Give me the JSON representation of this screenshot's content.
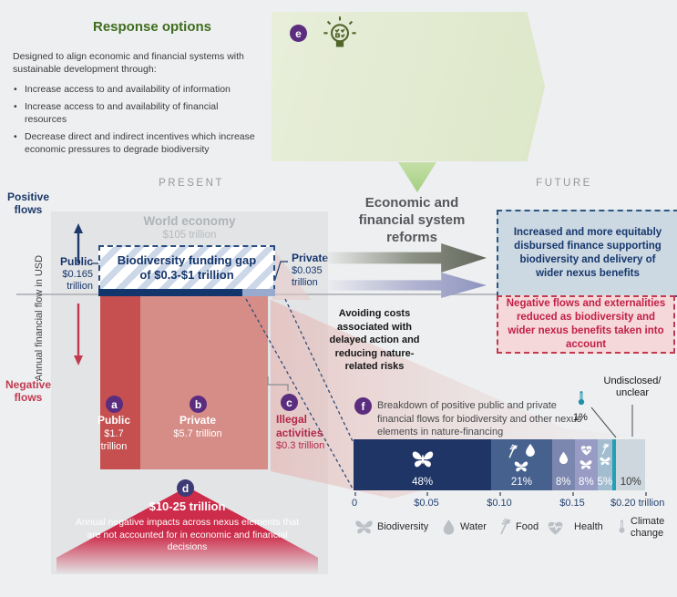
{
  "colors": {
    "background": "#edeff1",
    "panel": "#e3e4e6",
    "navy": "#15356b",
    "funding_bar_public": "#12356b",
    "funding_bar_private": "#98abce",
    "bar_public_red": "#c6504f",
    "bar_private_red": "#d78d87",
    "pentagon_red": "#cd2c4a",
    "badge_purple": "#5b2d7e",
    "badge_indigo": "#3d3a76",
    "green_title": "#3f6d1d",
    "green_box": "#e2ead0",
    "crimson": "#c21f47",
    "future_blue_fill": "#ccd8e2",
    "future_pink_fill": "#f5d8d9",
    "segment_colors": [
      "#1e3566",
      "#47618f",
      "#7b87ae",
      "#989cc4",
      "#a3bdd0",
      "#21a0b6",
      "#cdd7dd"
    ]
  },
  "response_box": {
    "badge": "e",
    "title": "Response options",
    "intro": "Designed to align economic and financial systems with sustainable development through:",
    "bullets": [
      "Increase access to and availability of information",
      "Increase access to and availability of financial resources",
      "Decrease direct and indirect incentives which increase economic pressures to degrade biodiversity"
    ]
  },
  "columns": {
    "present": "PRESENT",
    "future": "FUTURE"
  },
  "axis_left": {
    "positive": "Positive flows",
    "negative": "Negative flows",
    "ylabel": "Annual financial flow in USD"
  },
  "world_economy": {
    "title": "World economy",
    "value": "$105 trillion"
  },
  "funding_gap": {
    "title": "Biodiversity funding gap\nof $0.3-$1 trillion",
    "public": {
      "label": "Public",
      "value": "$0.165",
      "unit": "trillion"
    },
    "private": {
      "label": "Private",
      "value": "$0.035",
      "unit": "trillion"
    }
  },
  "bars": {
    "a": {
      "badge": "a",
      "label": "Public",
      "value": "$1.7",
      "unit": "trillion"
    },
    "b": {
      "badge": "b",
      "label": "Private",
      "value": "$5.7 trillion"
    },
    "c": {
      "badge": "c",
      "label1": "Illegal",
      "label2": "activities",
      "value": "$0.3 trillion"
    }
  },
  "pentagon": {
    "badge": "d",
    "headline": "$10-25 trillion",
    "desc": "Annual negative impacts across nexus elements that are not accounted for in economic and financial decisions"
  },
  "reforms": {
    "title": "Economic and\nfinancial system\nreforms",
    "note": "Avoiding costs associated with delayed action and reducing nature-related risks"
  },
  "future_boxes": {
    "positive": "Increased and more equitably disbursed finance supporting biodiversity and delivery of wider nexus benefits",
    "negative": "Negative flows and externalities reduced as biodiversity and wider nexus benefits taken into account"
  },
  "breakdown": {
    "badge": "f",
    "caption": "Breakdown of positive public and private financial flows for biodiversity and other nexus elements in nature-financing",
    "undisclosed": "Undisclosed/\nunclear",
    "thermo_pct": "1%",
    "segments": [
      {
        "pct": "48%"
      },
      {
        "pct": "21%"
      },
      {
        "pct": "8%"
      },
      {
        "pct": "8%"
      },
      {
        "pct": "5%"
      },
      {
        "pct": ""
      },
      {
        "pct": "10%"
      }
    ],
    "axis": {
      "t0": "0",
      "t1": "$0.05",
      "t2": "$0.10",
      "t3": "$0.15",
      "t4": "$0.20 trillion"
    },
    "legend": [
      {
        "label": "Biodiversity"
      },
      {
        "label": "Water"
      },
      {
        "label": "Food"
      },
      {
        "label": "Health"
      },
      {
        "label": "Climate change"
      }
    ]
  },
  "chart_data": {
    "type": "bar",
    "stacked": true,
    "orientation": "horizontal",
    "title": "Breakdown of positive public and private financial flows for biodiversity and other nexus elements in nature-financing",
    "categories": [
      "Biodiversity",
      "Food+Water+Biodiversity",
      "Water",
      "Health+Biodiversity",
      "Food+Biodiversity",
      "Climate change",
      "Undisclosed/unclear"
    ],
    "values_pct": [
      48,
      21,
      8,
      8,
      5,
      1,
      10
    ],
    "xlabel": "USD trillion",
    "x_ticks": [
      "0",
      "$0.05",
      "$0.10",
      "$0.15",
      "$0.20"
    ],
    "xlim": [
      0,
      0.2
    ],
    "legend": [
      "Biodiversity",
      "Water",
      "Food",
      "Health",
      "Climate change"
    ],
    "related_values": {
      "world_economy_trillion": 105,
      "funding_gap_trillion": "0.3-1",
      "public_positive": 0.165,
      "private_positive": 0.035,
      "public_negative": 1.7,
      "private_negative": 5.7,
      "illegal_activities": 0.3,
      "unaccounted_impacts": "10-25"
    }
  }
}
